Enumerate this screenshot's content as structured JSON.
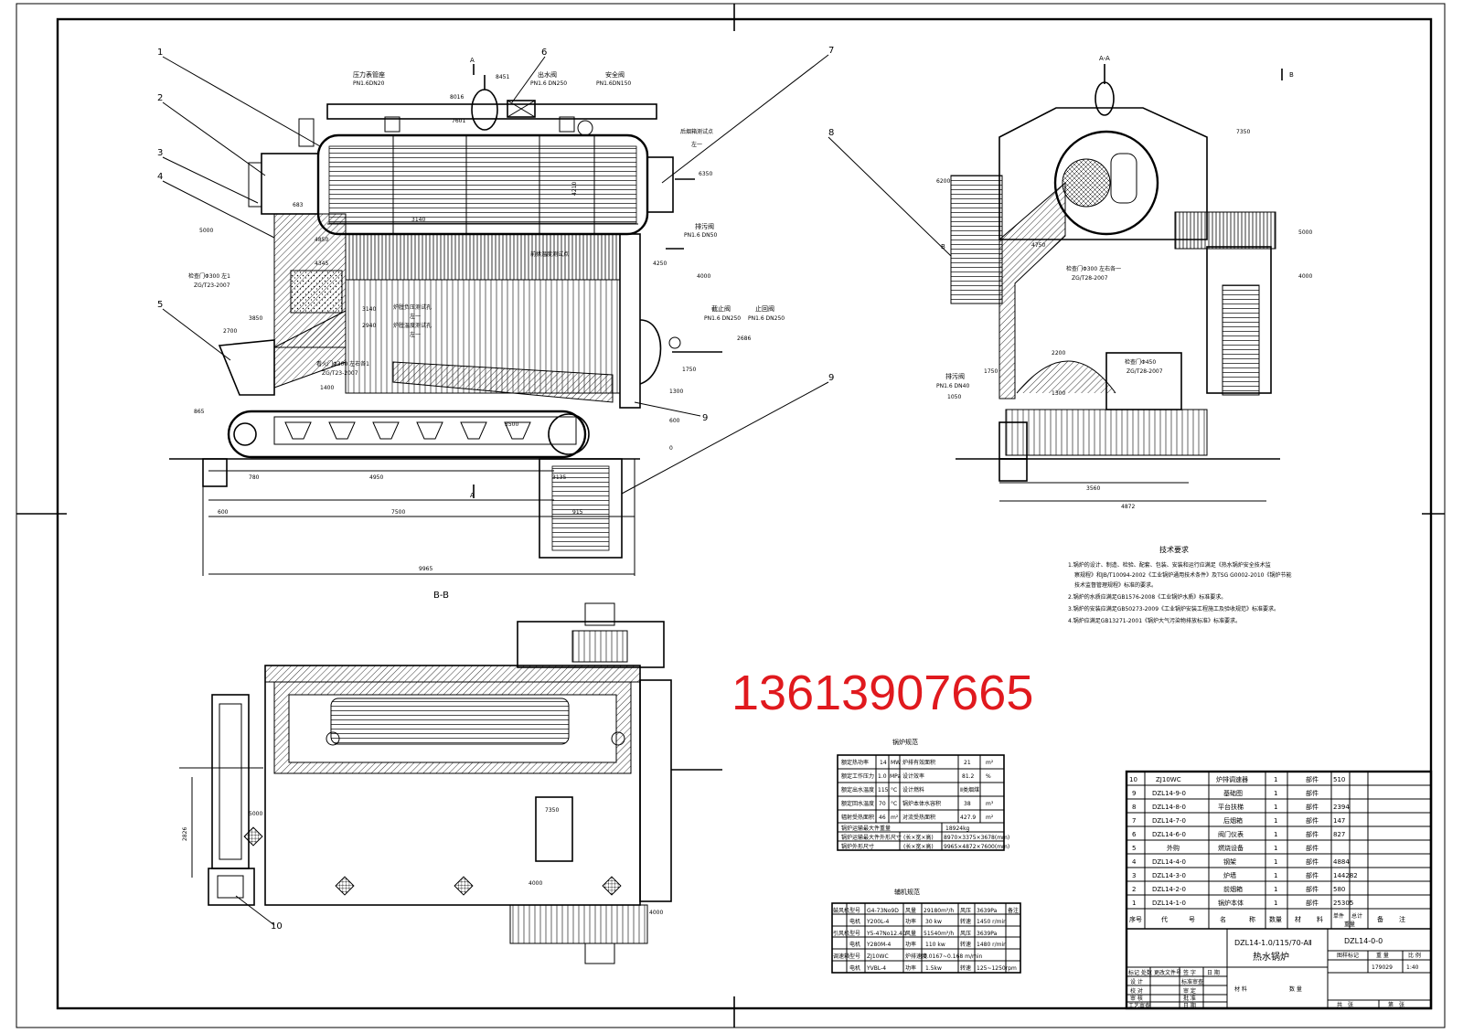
{
  "phone": "13613907665",
  "colors": {
    "line": "#000000",
    "phone": "#e0191e",
    "paper": "#ffffff"
  },
  "section_labels": {
    "bb": "B-B",
    "aa": "A-A",
    "a": "A",
    "b": "B"
  },
  "callouts": [
    "1",
    "2",
    "3",
    "4",
    "5",
    "6",
    "7",
    "8",
    "9",
    "10"
  ],
  "left_view": {
    "labels": {
      "pressure_gauge": "压力表管座",
      "pressure_gauge_spec": "PN1.6DN20",
      "outlet_valve": "出水阀",
      "outlet_valve_spec": "PN1.6 DN250",
      "safety_valve": "安全阀",
      "safety_valve_spec": "PN1.6DN150",
      "rear_temp": "后烟箱测试点",
      "rear_temp_note": "左一",
      "drain_valve": "排污阀",
      "drain_valve_spec": "PN1.6 DN50",
      "stop_valve": "截止阀",
      "stop_valve_spec": "PN1.6 DN250",
      "check_valve": "止回阀",
      "check_valve_spec": "PN1.6 DN250",
      "inspect_door": "检查门Φ300 左1",
      "inspect_std": "ZG/T23-2007",
      "view_door": "看火门Φ300 左右各1",
      "view_std": "ZG/T23-2007",
      "pressure_test": "炉膛负压测试孔",
      "left_one": "左一",
      "furnace_temp": "炉膛温度测试孔",
      "front_temp": "前拱温度测试点"
    },
    "dims": [
      "8451",
      "8016",
      "7601",
      "6350",
      "5000",
      "4850",
      "4345",
      "4250",
      "4000",
      "3850",
      "3140",
      "3140",
      "2940",
      "2700",
      "2686",
      "1750",
      "1400",
      "1300",
      "865",
      "683",
      "600",
      "0",
      "780",
      "4950",
      "3135",
      "915",
      "600",
      "7500",
      "9965",
      "3500",
      "4210"
    ]
  },
  "right_view": {
    "labels": {
      "drain": "排污阀",
      "drain_spec": "PN1.6 DN40",
      "drain_dim": "1050",
      "inspect": "检查门Φ300 左右各一",
      "inspect_std": "ZG/T28-2007",
      "inspect2": "检查门Φ450",
      "inspect2_std": "ZG/T28-2007"
    },
    "dims": [
      "7350",
      "6200",
      "5000",
      "4750",
      "4000",
      "2200",
      "1750",
      "1300",
      "3560",
      "4872"
    ]
  },
  "plan_view": {
    "dims": [
      "5000",
      "7350",
      "4000",
      "4000",
      "2826"
    ]
  },
  "tech": {
    "title": "技术要求",
    "lines": [
      "1.锅炉的设计、制造、检验、配套、包装、安装和运行应满足《热水锅炉安全技术监",
      "察规程》和JB/T10094-2002《工业锅炉通用技术条件》及TSG G0002-2010《锅炉节能",
      "技术监督管理规程》标准的要求。",
      "2.锅炉的水质应满足GB1576-2008《工业锅炉水质》标准要求。",
      "3.锅炉的安装应满足GB50273-2009《工业锅炉安装工程施工及验收规范》标准要求。",
      "4.锅炉应满足GB13271-2001《锅炉大气污染物排放标准》标准要求。"
    ]
  },
  "spec": {
    "title": "锅炉规范",
    "rows": [
      [
        "额定热功率",
        "14",
        "MW",
        "炉排有效面积",
        "21",
        "m²"
      ],
      [
        "额定工作压力",
        "1.0",
        "MPa",
        "设计效率",
        "81.2",
        "%"
      ],
      [
        "额定出水温度",
        "115",
        "°C",
        "设计燃料",
        "Ⅱ类烟煤",
        ""
      ],
      [
        "额定回水温度",
        "70",
        "°C",
        "锅炉本体水容积",
        "38",
        "m³"
      ],
      [
        "辐射受热面积",
        "46",
        "m²",
        "对流受热面积",
        "427.9",
        "m²"
      ]
    ],
    "weight_label": "锅炉运输最大件重量",
    "weight": "18924kg",
    "ship_label": "锅炉运输最大件外形尺寸",
    "ship_unit": "(长×宽×高)",
    "ship": "8970×3375×3678(mm)",
    "outline_label": "锅炉外形尺寸",
    "outline_unit": "(长×宽×高)",
    "outline": "9965×4872×7600(mm)"
  },
  "aux": {
    "title": "辅机规范",
    "rows": [
      [
        "鼓风机",
        "型号",
        "G4-73No9D",
        "风量",
        "29180m³/h",
        "风压",
        "3639Pa",
        "备注"
      ],
      [
        "",
        "电机",
        "Y200L-4",
        "功率",
        "30 kw",
        "转速",
        "1450 r/min",
        ""
      ],
      [
        "引风机",
        "型号",
        "Y5-47No12.4D",
        "风量",
        "51540m³/h",
        "风压",
        "3639Pa",
        ""
      ],
      [
        "",
        "电机",
        "Y280M-4",
        "功率",
        "110 kw",
        "转速",
        "1480 r/min",
        ""
      ],
      [
        "调速箱",
        "型号",
        "ZJ10WC",
        "炉排速度",
        "0.0167~0.168 m/min",
        "",
        ""
      ],
      [
        "",
        "电机",
        "YVBL-4",
        "功率",
        "1.5kw",
        "转速",
        "125~1250rpm",
        ""
      ]
    ]
  },
  "bom": {
    "rows": [
      [
        "10",
        "ZJ10WC",
        "炉排调速器",
        "1",
        "",
        "部件",
        "510"
      ],
      [
        "9",
        "DZL14-9-0",
        "基础图",
        "1",
        "",
        "部件",
        ""
      ],
      [
        "8",
        "DZL14-8-0",
        "平台扶梯",
        "1",
        "",
        "部件",
        "2394"
      ],
      [
        "7",
        "DZL14-7-0",
        "后烟箱",
        "1",
        "",
        "部件",
        "147"
      ],
      [
        "6",
        "DZL14-6-0",
        "阀门仪表",
        "1",
        "",
        "部件",
        "827"
      ],
      [
        "5",
        "外购",
        "燃烧设备",
        "1",
        "",
        "部件",
        ""
      ],
      [
        "4",
        "DZL14-4-0",
        "钢架",
        "1",
        "",
        "部件",
        "4884"
      ],
      [
        "3",
        "DZL14-3-0",
        "炉墙",
        "1",
        "",
        "部件",
        "144282"
      ],
      [
        "2",
        "DZL14-2-0",
        "前烟箱",
        "1",
        "",
        "部件",
        "580"
      ],
      [
        "1",
        "DZL14-1-0",
        "锅炉本体",
        "1",
        "",
        "部件",
        "25305"
      ]
    ],
    "header": [
      "序号",
      "代",
      "号",
      "名",
      "称",
      "数量",
      "材",
      "料",
      "单件",
      "总计",
      "备",
      "注"
    ],
    "weight_hdr": "重量"
  },
  "titleblock": {
    "model": "DZL14-1.0/115/70-AⅡ",
    "name": "热水锅炉",
    "drawing_no": "DZL14-0-0",
    "stage": "图样标记",
    "weight_hdr": "重 量",
    "scale_hdr": "比 例",
    "weight": "179029",
    "scale": "1:40",
    "rev_hdr": [
      "标记",
      "处数",
      "更改文件号",
      "签 字",
      "日 期"
    ],
    "roles": [
      "设 计",
      "校 对",
      "审 核",
      "工艺审查"
    ],
    "roles2": [
      "标准审查",
      "审 定",
      "批 准",
      "日 期"
    ],
    "material": "材 料",
    "qty": "数 量",
    "sheets": "共　张",
    "sheet": "第　张"
  }
}
